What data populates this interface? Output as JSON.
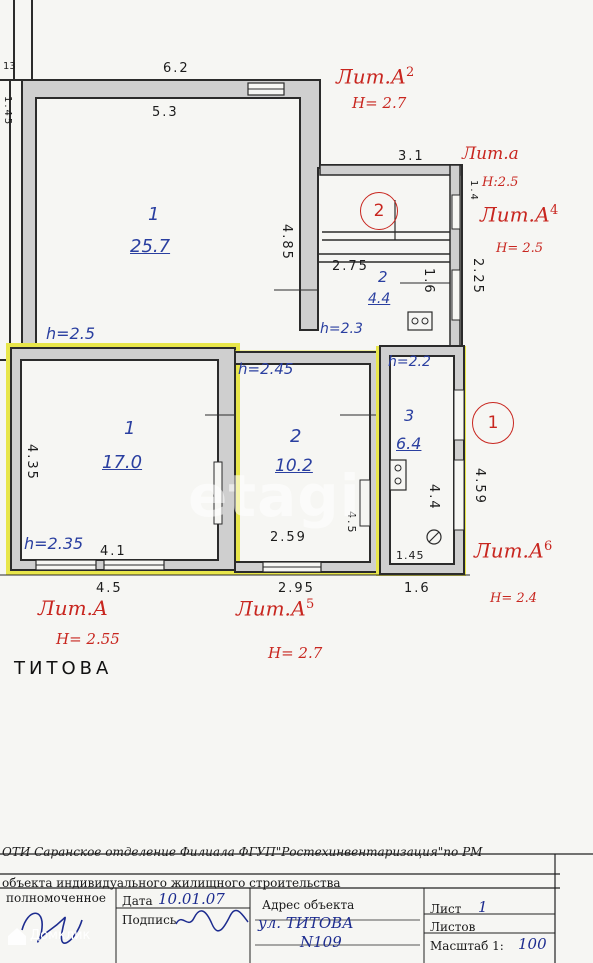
{
  "rooms": [
    {
      "id": "lit-a2-room-1",
      "number": "1",
      "area": "25.7"
    },
    {
      "id": "lit-a-room-1",
      "number": "1",
      "area": "17.0"
    },
    {
      "id": "lit-a5-room-2",
      "number": "2",
      "area": "10.2"
    },
    {
      "id": "lit-a4-room-2",
      "number": "2",
      "area": "4.4"
    },
    {
      "id": "lit-a6-room-3",
      "number": "3",
      "area": "6.4"
    }
  ],
  "dimensions": {
    "top_outer": "6.2",
    "top_inner": "5.3",
    "top_left_small": "13",
    "left_top": "1.45",
    "room1_height": "4.85",
    "lit_a_top": "3.1",
    "lit_a_side": "1.4",
    "small_width": "2.75",
    "small_height": "1.6",
    "right_side": "2.25",
    "lit_a_left_side": "4.35",
    "bottom_a_inner": "4.1",
    "bottom_a_outer": "4.5",
    "room2_bottom_inner": "2.59",
    "room2_bottom_outer": "2.95",
    "room2_side": "4.5",
    "room3_side": "4.4",
    "room3_outer_side": "4.59",
    "room3_bottom_inner": "1.45",
    "room3_bottom_outer": "1.6"
  },
  "heights": {
    "h_room1": "h=2.5",
    "h_room_a": "h=2.35",
    "h_room2": "h=2.45",
    "h_small": "h=2.3",
    "h_room3": "h=2.2"
  },
  "liters": {
    "a2": {
      "label": "Лит.А",
      "sup": "2",
      "h": "Н= 2.7"
    },
    "a_small": {
      "label": "Лит.а",
      "sup": "",
      "h": "Н:2.5"
    },
    "a4": {
      "label": "Лит.А",
      "sup": "4",
      "h": "Н= 2.5"
    },
    "a6": {
      "label": "Лит.А",
      "sup": "6",
      "h": "Н= 2.4"
    },
    "a": {
      "label": "Лит.А",
      "sup": "",
      "h": "Н= 2.55"
    },
    "a5": {
      "label": "Лит.А",
      "sup": "5",
      "h": "Н= 2.7"
    }
  },
  "markers": {
    "circle_2": "2",
    "circle_1": "1"
  },
  "street_label": "ТИТОВА",
  "stamp": {
    "line1": "ОТИ Саранское отделение Филиала ФГУП\"Ростехинвентаризация\"по РМ",
    "line2": "объекта индивидуального жилищного строительства",
    "authorized": "полномоченное",
    "date_label": "Дата",
    "date_value": "10.01.07",
    "signature_label": "Подпись",
    "address_label": "Адрес объекта",
    "address_value_1": "ул. ТИТОВА",
    "address_value_2": "N109",
    "sheet_label": "Лист",
    "sheet_value": "1",
    "sheets_label": "Листов",
    "scale_label": "Масштаб 1:",
    "scale_value": "100"
  },
  "watermarks": {
    "etagi": "etagi",
    "domclick": "Домклик"
  },
  "colors": {
    "wall": "#2b2b2b",
    "wall_fill": "#cfcfcf",
    "highlight": "#e8e64a",
    "ink_blue": "#2a3fa0",
    "ink_red": "#c8261f"
  }
}
